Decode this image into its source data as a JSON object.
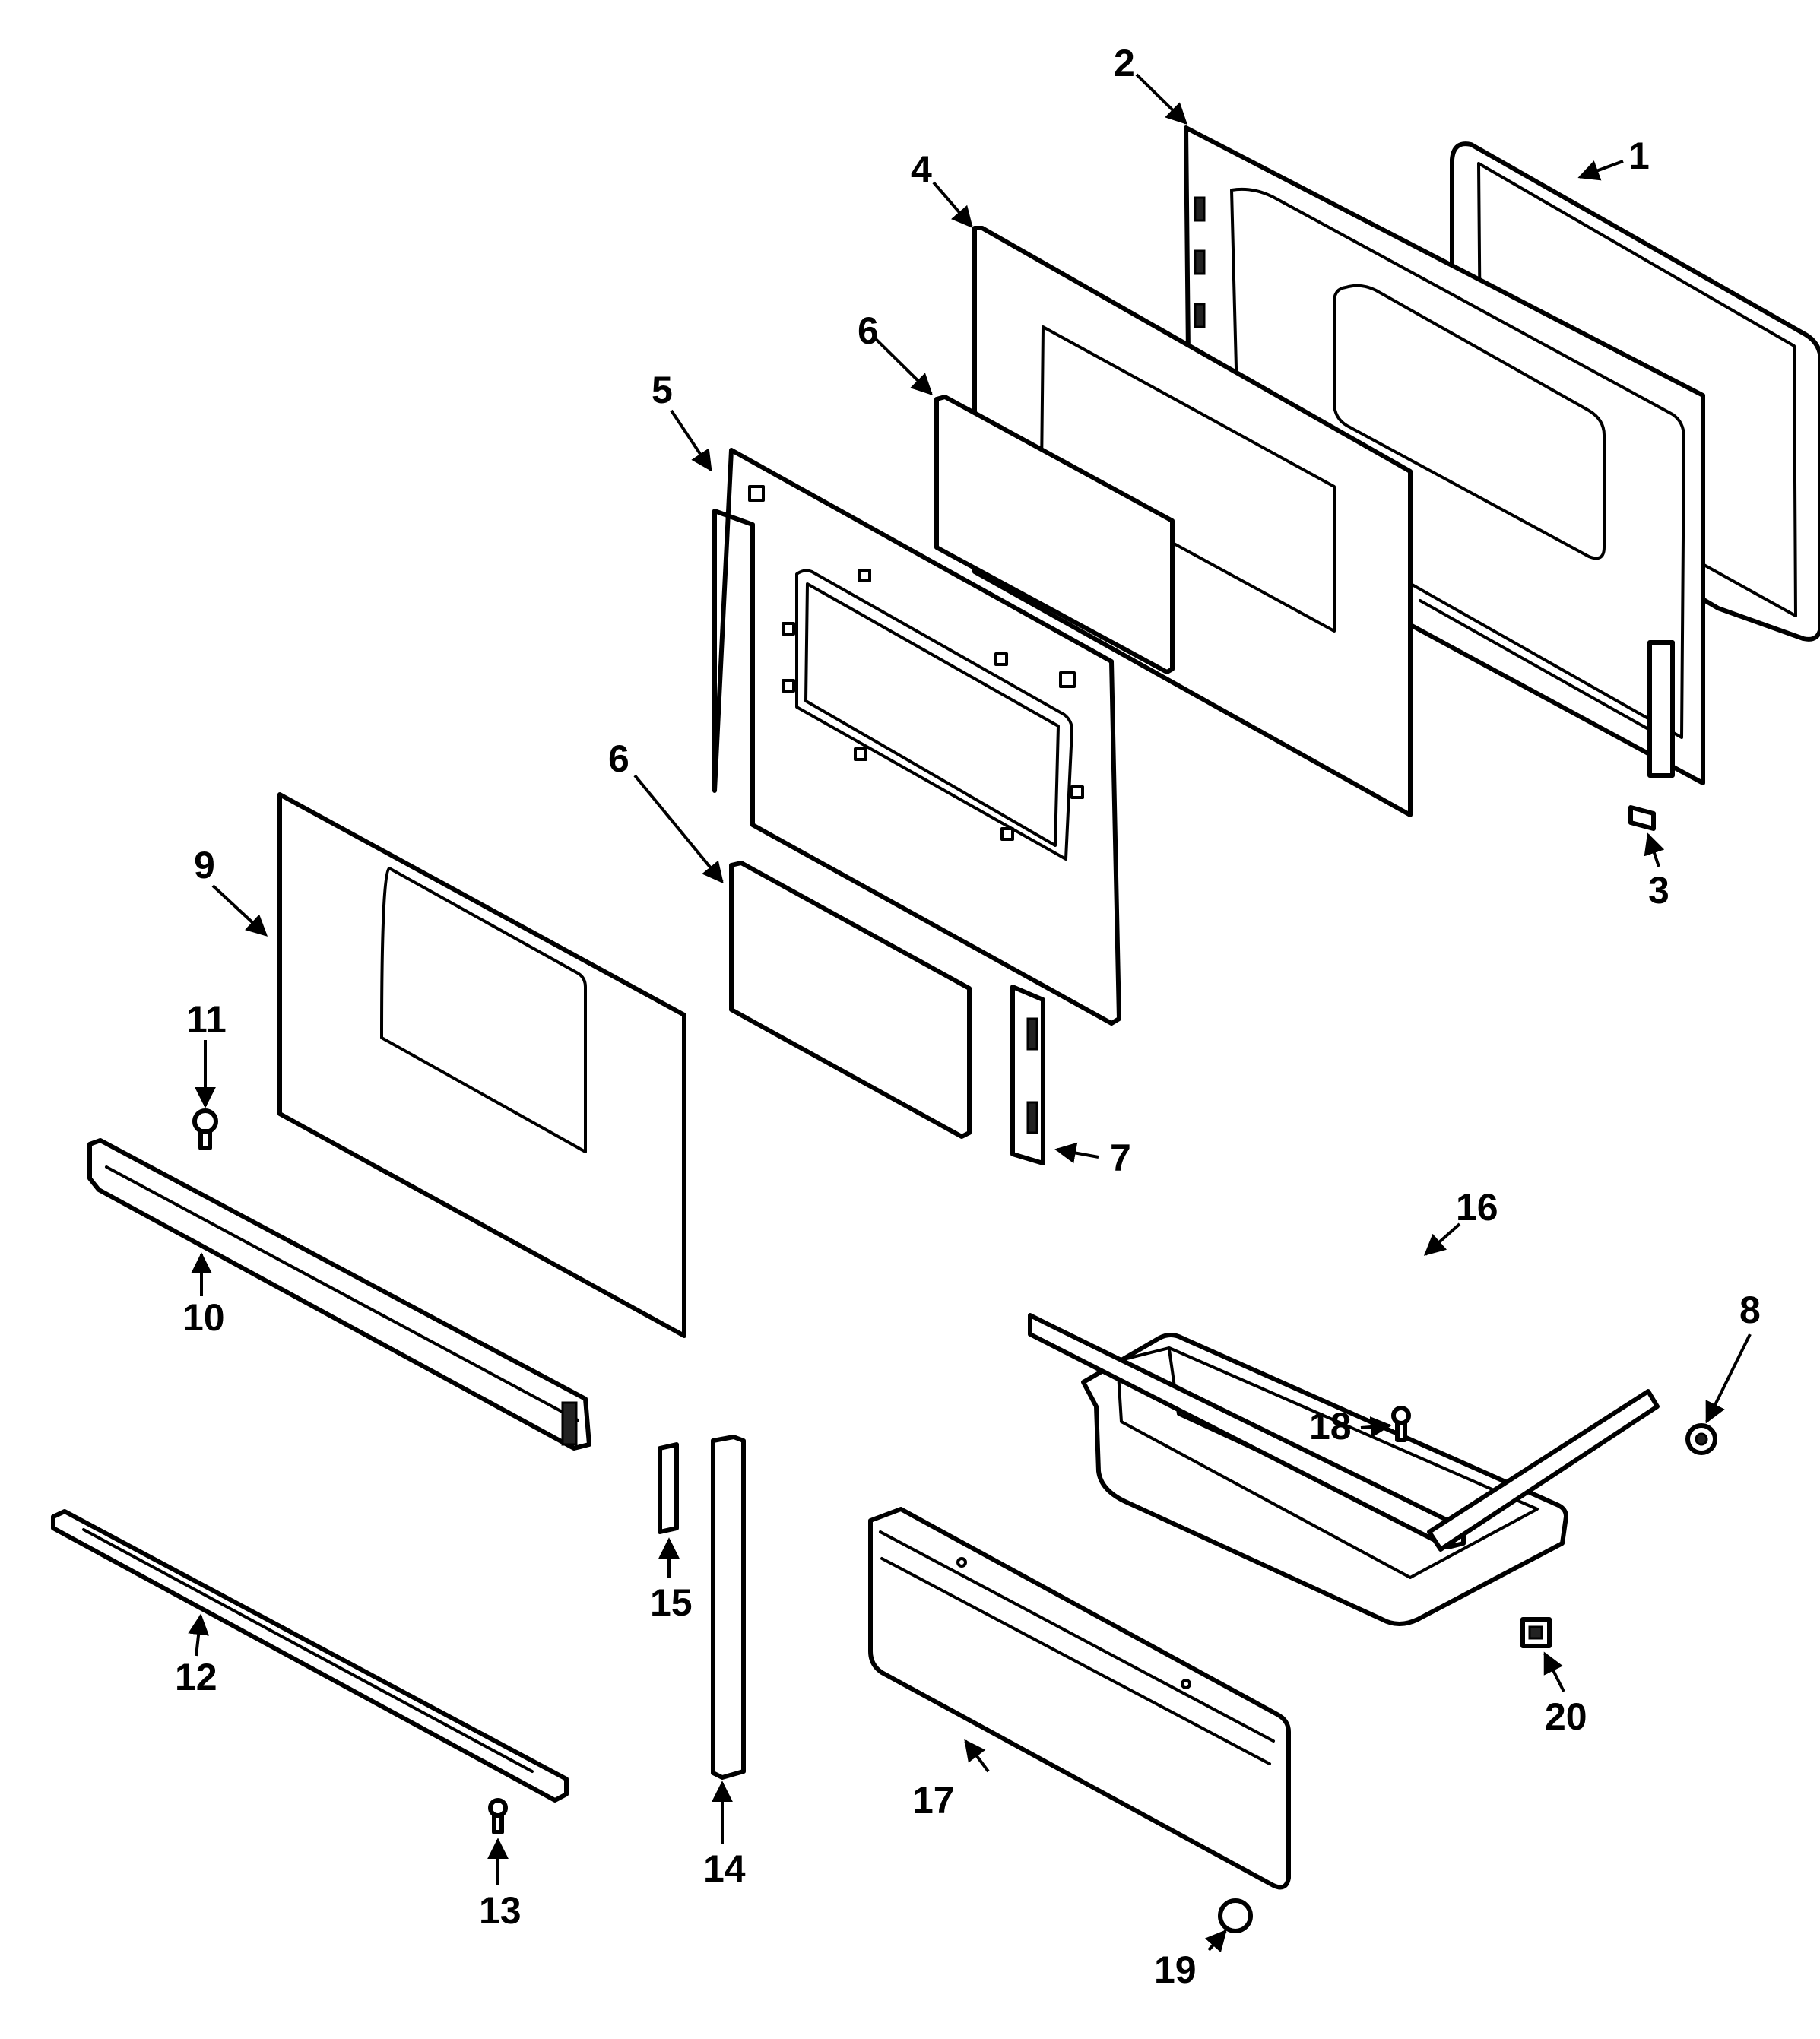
{
  "callouts": [
    {
      "id": "1",
      "label": "1"
    },
    {
      "id": "2",
      "label": "2"
    },
    {
      "id": "3",
      "label": "3"
    },
    {
      "id": "4",
      "label": "4"
    },
    {
      "id": "5",
      "label": "5"
    },
    {
      "id": "6a",
      "label": "6"
    },
    {
      "id": "6b",
      "label": "6"
    },
    {
      "id": "7",
      "label": "7"
    },
    {
      "id": "8",
      "label": "8"
    },
    {
      "id": "9",
      "label": "9"
    },
    {
      "id": "10",
      "label": "10"
    },
    {
      "id": "11",
      "label": "11"
    },
    {
      "id": "12",
      "label": "12"
    },
    {
      "id": "13",
      "label": "13"
    },
    {
      "id": "14",
      "label": "14"
    },
    {
      "id": "15",
      "label": "15"
    },
    {
      "id": "16",
      "label": "16"
    },
    {
      "id": "17",
      "label": "17"
    },
    {
      "id": "18",
      "label": "18"
    },
    {
      "id": "19",
      "label": "19"
    },
    {
      "id": "20",
      "label": "20"
    }
  ]
}
